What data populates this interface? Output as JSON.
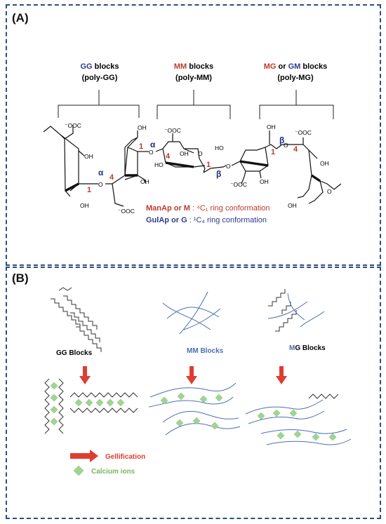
{
  "panel_a": {
    "label": "(A)",
    "groups": [
      {
        "prefix": "GG",
        "suffix": " blocks",
        "sub": "(poly-GG)"
      },
      {
        "prefix": "MM",
        "suffix": " blocks",
        "sub": "(poly-MM)"
      },
      {
        "prefix_a": "MG",
        "mid": " or ",
        "prefix_b": "GM",
        "suffix": " blocks",
        "sub": "(poly-MG)"
      }
    ],
    "atoms": {
      "coo": "⁻OOC",
      "oh": "OH",
      "ho": "HO",
      "o": "O"
    },
    "linkage_numbers": [
      "1",
      "4",
      "1",
      "4",
      "1",
      "1",
      "4"
    ],
    "linkage_greek": [
      "α",
      "α",
      "β",
      "β"
    ],
    "legend": [
      {
        "bold": "ManAp or M",
        "rest": " : ⁴C₁ ring conformation",
        "color": "#c0392b"
      },
      {
        "bold": "GulAp or G",
        "rest": " : ¹C₄ ring conformation",
        "color": "#2e3a8c"
      }
    ],
    "colors": {
      "g": "#2e3a8c",
      "m": "#c0392b"
    }
  },
  "panel_b": {
    "label": "(B)",
    "blocks": [
      {
        "label": "GG Blocks"
      },
      {
        "label": "MM Blocks"
      },
      {
        "prefix": "M",
        "label": "G Blocks"
      }
    ],
    "legend": [
      {
        "label": "Gellification",
        "icon": "red-arrow"
      },
      {
        "label": "Calcium ions",
        "icon": "green-diamond"
      }
    ],
    "colors": {
      "arrow": "#e03c31",
      "ion": "#9ed690",
      "legend_text": "#7bb662",
      "chain": "#4a6fb5"
    }
  }
}
